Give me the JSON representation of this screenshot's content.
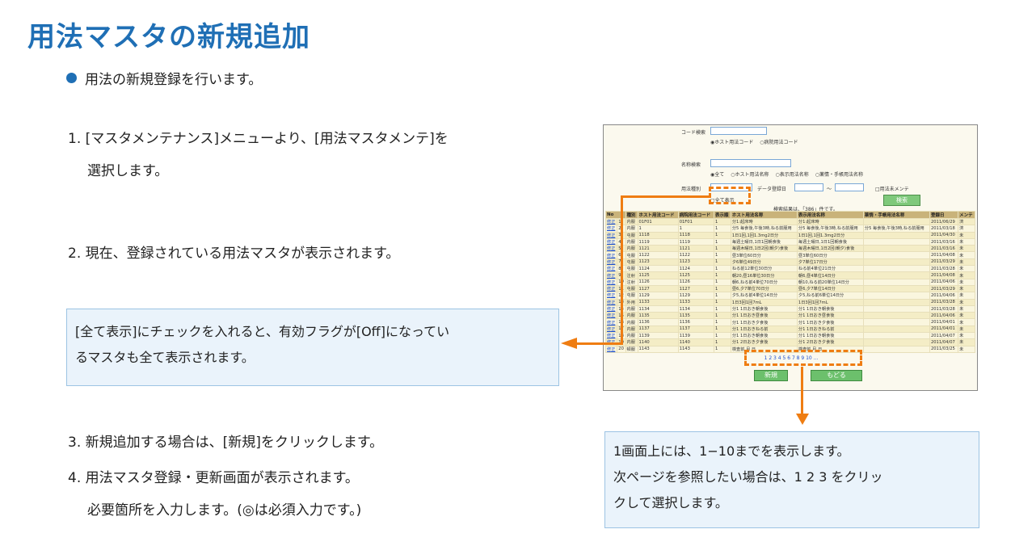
{
  "title": "用法マスタの新規追加",
  "bullet": "用法の新規登録を行います。",
  "steps": {
    "s1a": "1. [マスタメンテナンス]メニューより、[用法マスタメンテ]を",
    "s1b": "選択します。",
    "s2": "2. 現在、登録されている用法マスタが表示されます。",
    "s3": "3. 新規追加する場合は、[新規]をクリックします。",
    "s4a": "4. 用法マスタ登録・更新画面が表示されます。",
    "s4b": "必要箇所を入力します。(◎は必須入力です。)"
  },
  "callouts": {
    "left_a": "[全て表示]にチェックを入れると、有効フラグが[Off]になってい",
    "left_b": "るマスタも全て表示されます。",
    "bottom_a": "1画面上には、1−10までを表示します。",
    "bottom_b": "次ページを参照したい場合は、1  2  3  をクリッ",
    "bottom_c": "クして選択します。"
  },
  "colors": {
    "accent": "#1f6fb5",
    "arrow": "#ef7d12",
    "callout_bg": "#eaf3fb"
  },
  "screenshot": {
    "code_search_label": "コード検索",
    "code_radio_1": "◉ホスト用法コード",
    "code_radio_2": "○病院用法コード",
    "name_search_label": "名称検索",
    "name_radio_1": "◉全て",
    "name_radio_2": "○ホスト用法名称",
    "name_radio_3": "○表示用法名称",
    "name_radio_4": "○薬情・手帳用法名称",
    "type_label": "用法種別",
    "date_label": "データ登録日",
    "tilde": "〜",
    "maint_label": "□用法未メンテ",
    "show_all_label": "□全て表示",
    "search_button": "検索",
    "result_text": "検索結果は、「386」件です。",
    "headers": [
      "No",
      "種別",
      "ホスト用法コード",
      "病院用法コード",
      "表示順",
      "ホスト用法名称",
      "表示用法名称",
      "薬情・手帳用法名称",
      "登録日",
      "メンテ"
    ],
    "rows": [
      [
        "修正",
        "1",
        "内服",
        "01F01",
        "01F01",
        "1",
        "分1:起床時",
        "分1:起床時",
        "",
        "2011/06/29",
        "済"
      ],
      [
        "修正",
        "2",
        "内服",
        "1",
        "1",
        "1",
        "分5 毎食後,午後3時,ねる前服用",
        "分5 毎食後,午後3時,ねる前服用",
        "分5 毎食後,午後3時,ねる前服用",
        "2011/03/18",
        "済"
      ],
      [
        "修正",
        "3",
        "屯服",
        "1118",
        "1118",
        "1",
        "1日1回,1回1.3mg2日分",
        "1日1回,1回1.3mg2日分",
        "",
        "2011/04/30",
        "未"
      ],
      [
        "修正",
        "4",
        "内服",
        "1119",
        "1119",
        "1",
        "毎週土曜日,1日1回朝食後",
        "毎週土曜日,1日1回朝食後",
        "",
        "2011/03/16",
        "未"
      ],
      [
        "修正",
        "5",
        "内服",
        "1121",
        "1121",
        "1",
        "毎週木曜日,1日2回(朝夕)食後",
        "毎週木曜日,1日2回(朝夕)食後",
        "",
        "2011/03/16",
        "未"
      ],
      [
        "修正",
        "6",
        "屯服",
        "1122",
        "1122",
        "1",
        "昼3単位60日分",
        "昼3単位60日分",
        "",
        "2011/04/08",
        "未"
      ],
      [
        "修正",
        "7",
        "屯服",
        "1123",
        "1123",
        "1",
        "夕6単位49日分",
        "夕7単位17日分",
        "",
        "2011/03/29",
        "未"
      ],
      [
        "修正",
        "8",
        "屯服",
        "1124",
        "1124",
        "1",
        "ねる前12単位30日分",
        "ねる前4単位21日分",
        "",
        "2011/03/28",
        "未"
      ],
      [
        "修正",
        "9",
        "注射",
        "1125",
        "1125",
        "1",
        "朝20,昼16単位30日分",
        "朝6,昼4単位14日分",
        "",
        "2011/04/08",
        "未"
      ],
      [
        "修正",
        "10",
        "注射",
        "1126",
        "1126",
        "1",
        "朝6,ねる前4単位70日分",
        "朝10,ねる前20単位14日分",
        "",
        "2011/04/06",
        "未"
      ],
      [
        "修正",
        "11",
        "屯服",
        "1127",
        "1127",
        "1",
        "昼6,夕7単位70日分",
        "昼6,夕7単位14日分",
        "",
        "2011/03/29",
        "未"
      ],
      [
        "修正",
        "12",
        "屯服",
        "1129",
        "1129",
        "1",
        "夕5,ねる前4単位14日分",
        "夕5,ねる前6単位14日分",
        "",
        "2011/04/06",
        "未"
      ],
      [
        "修正",
        "13",
        "外用",
        "1133",
        "1133",
        "1",
        "1日3回1回7mL",
        "1日3回1回7mL",
        "",
        "2011/03/28",
        "未"
      ],
      [
        "修正",
        "14",
        "内服",
        "1134",
        "1134",
        "1",
        "分1 1日おき朝食後",
        "分1 1日おき朝食後",
        "",
        "2011/03/28",
        "未"
      ],
      [
        "修正",
        "15",
        "内服",
        "1135",
        "1135",
        "1",
        "分1 1日おき昼食後",
        "分1 1日おき昼食後",
        "",
        "2011/04/06",
        "未"
      ],
      [
        "修正",
        "16",
        "内服",
        "1136",
        "1136",
        "1",
        "分1 1日おき夕食後",
        "分1 1日おき夕食後",
        "",
        "2011/04/01",
        "未"
      ],
      [
        "修正",
        "17",
        "内服",
        "1137",
        "1137",
        "1",
        "分1 1日おきねる前",
        "分1 1日おきねる前",
        "",
        "2011/04/01",
        "未"
      ],
      [
        "修正",
        "18",
        "内服",
        "1139",
        "1139",
        "1",
        "分1 1日おき朝食後",
        "分1 1日おき朝食後",
        "",
        "2011/04/07",
        "未"
      ],
      [
        "修正",
        "19",
        "内服",
        "1140",
        "1140",
        "1",
        "分1 2日おき夕食後",
        "分1 2日おき夕食後",
        "",
        "2011/04/07",
        "未"
      ],
      [
        "修正",
        "20",
        "頓服",
        "1143",
        "1143",
        "1",
        "検査前 月 日",
        "検査前 月 日",
        "",
        "2011/03/25",
        "未"
      ]
    ],
    "pager": "1 2 3 4 5 6 7 8 9 10 ...",
    "new_button": "新規",
    "back_button": "もどる"
  }
}
